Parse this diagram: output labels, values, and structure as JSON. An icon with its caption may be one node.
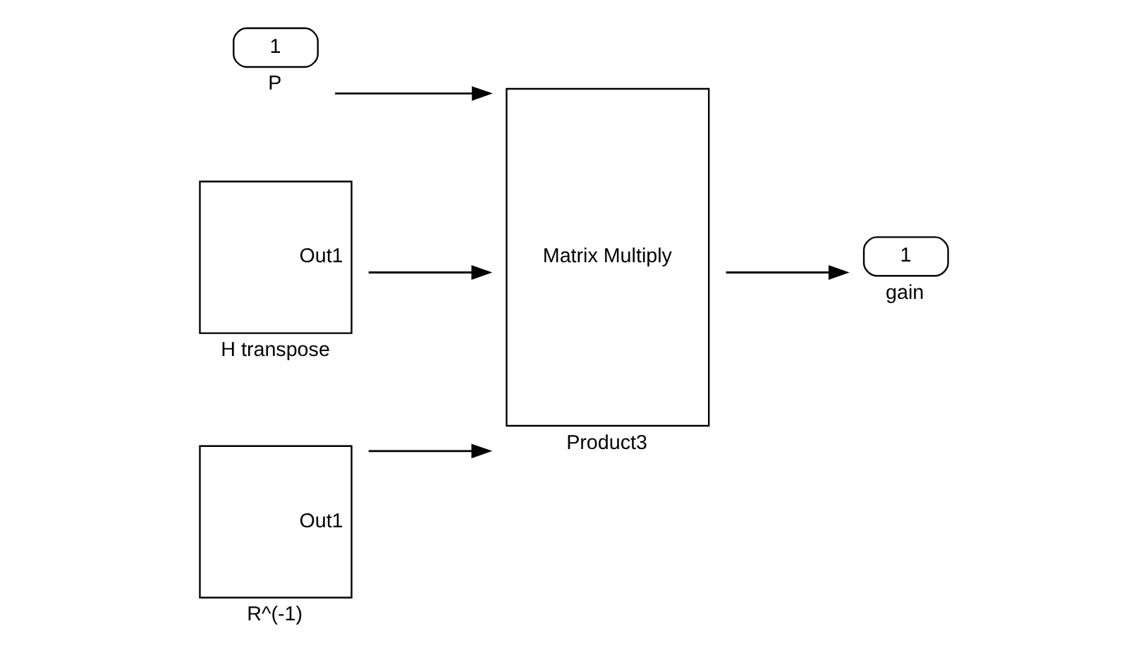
{
  "diagram": {
    "nodes": [
      {
        "text": [
          "1"
        ],
        "beside": [
          "P"
        ]
      },
      {
        "text": [
          "Out1"
        ],
        "beside": [
          "H transpose"
        ]
      },
      {
        "text": [
          "Out1"
        ],
        "beside": [
          "R^(-1)"
        ]
      },
      {
        "text": [
          "Matrix Multiply"
        ],
        "beside": [
          "Product3"
        ]
      },
      {
        "text": [
          "1"
        ],
        "beside": [
          "gain"
        ]
      }
    ],
    "edges": [
      {
        "from": 0,
        "to": 3,
        "arrow": "to"
      },
      {
        "from": 1,
        "to": 3,
        "arrow": "to"
      },
      {
        "from": 2,
        "to": 3,
        "arrow": "to"
      },
      {
        "from": 3,
        "to": 4,
        "arrow": "to"
      }
    ]
  }
}
